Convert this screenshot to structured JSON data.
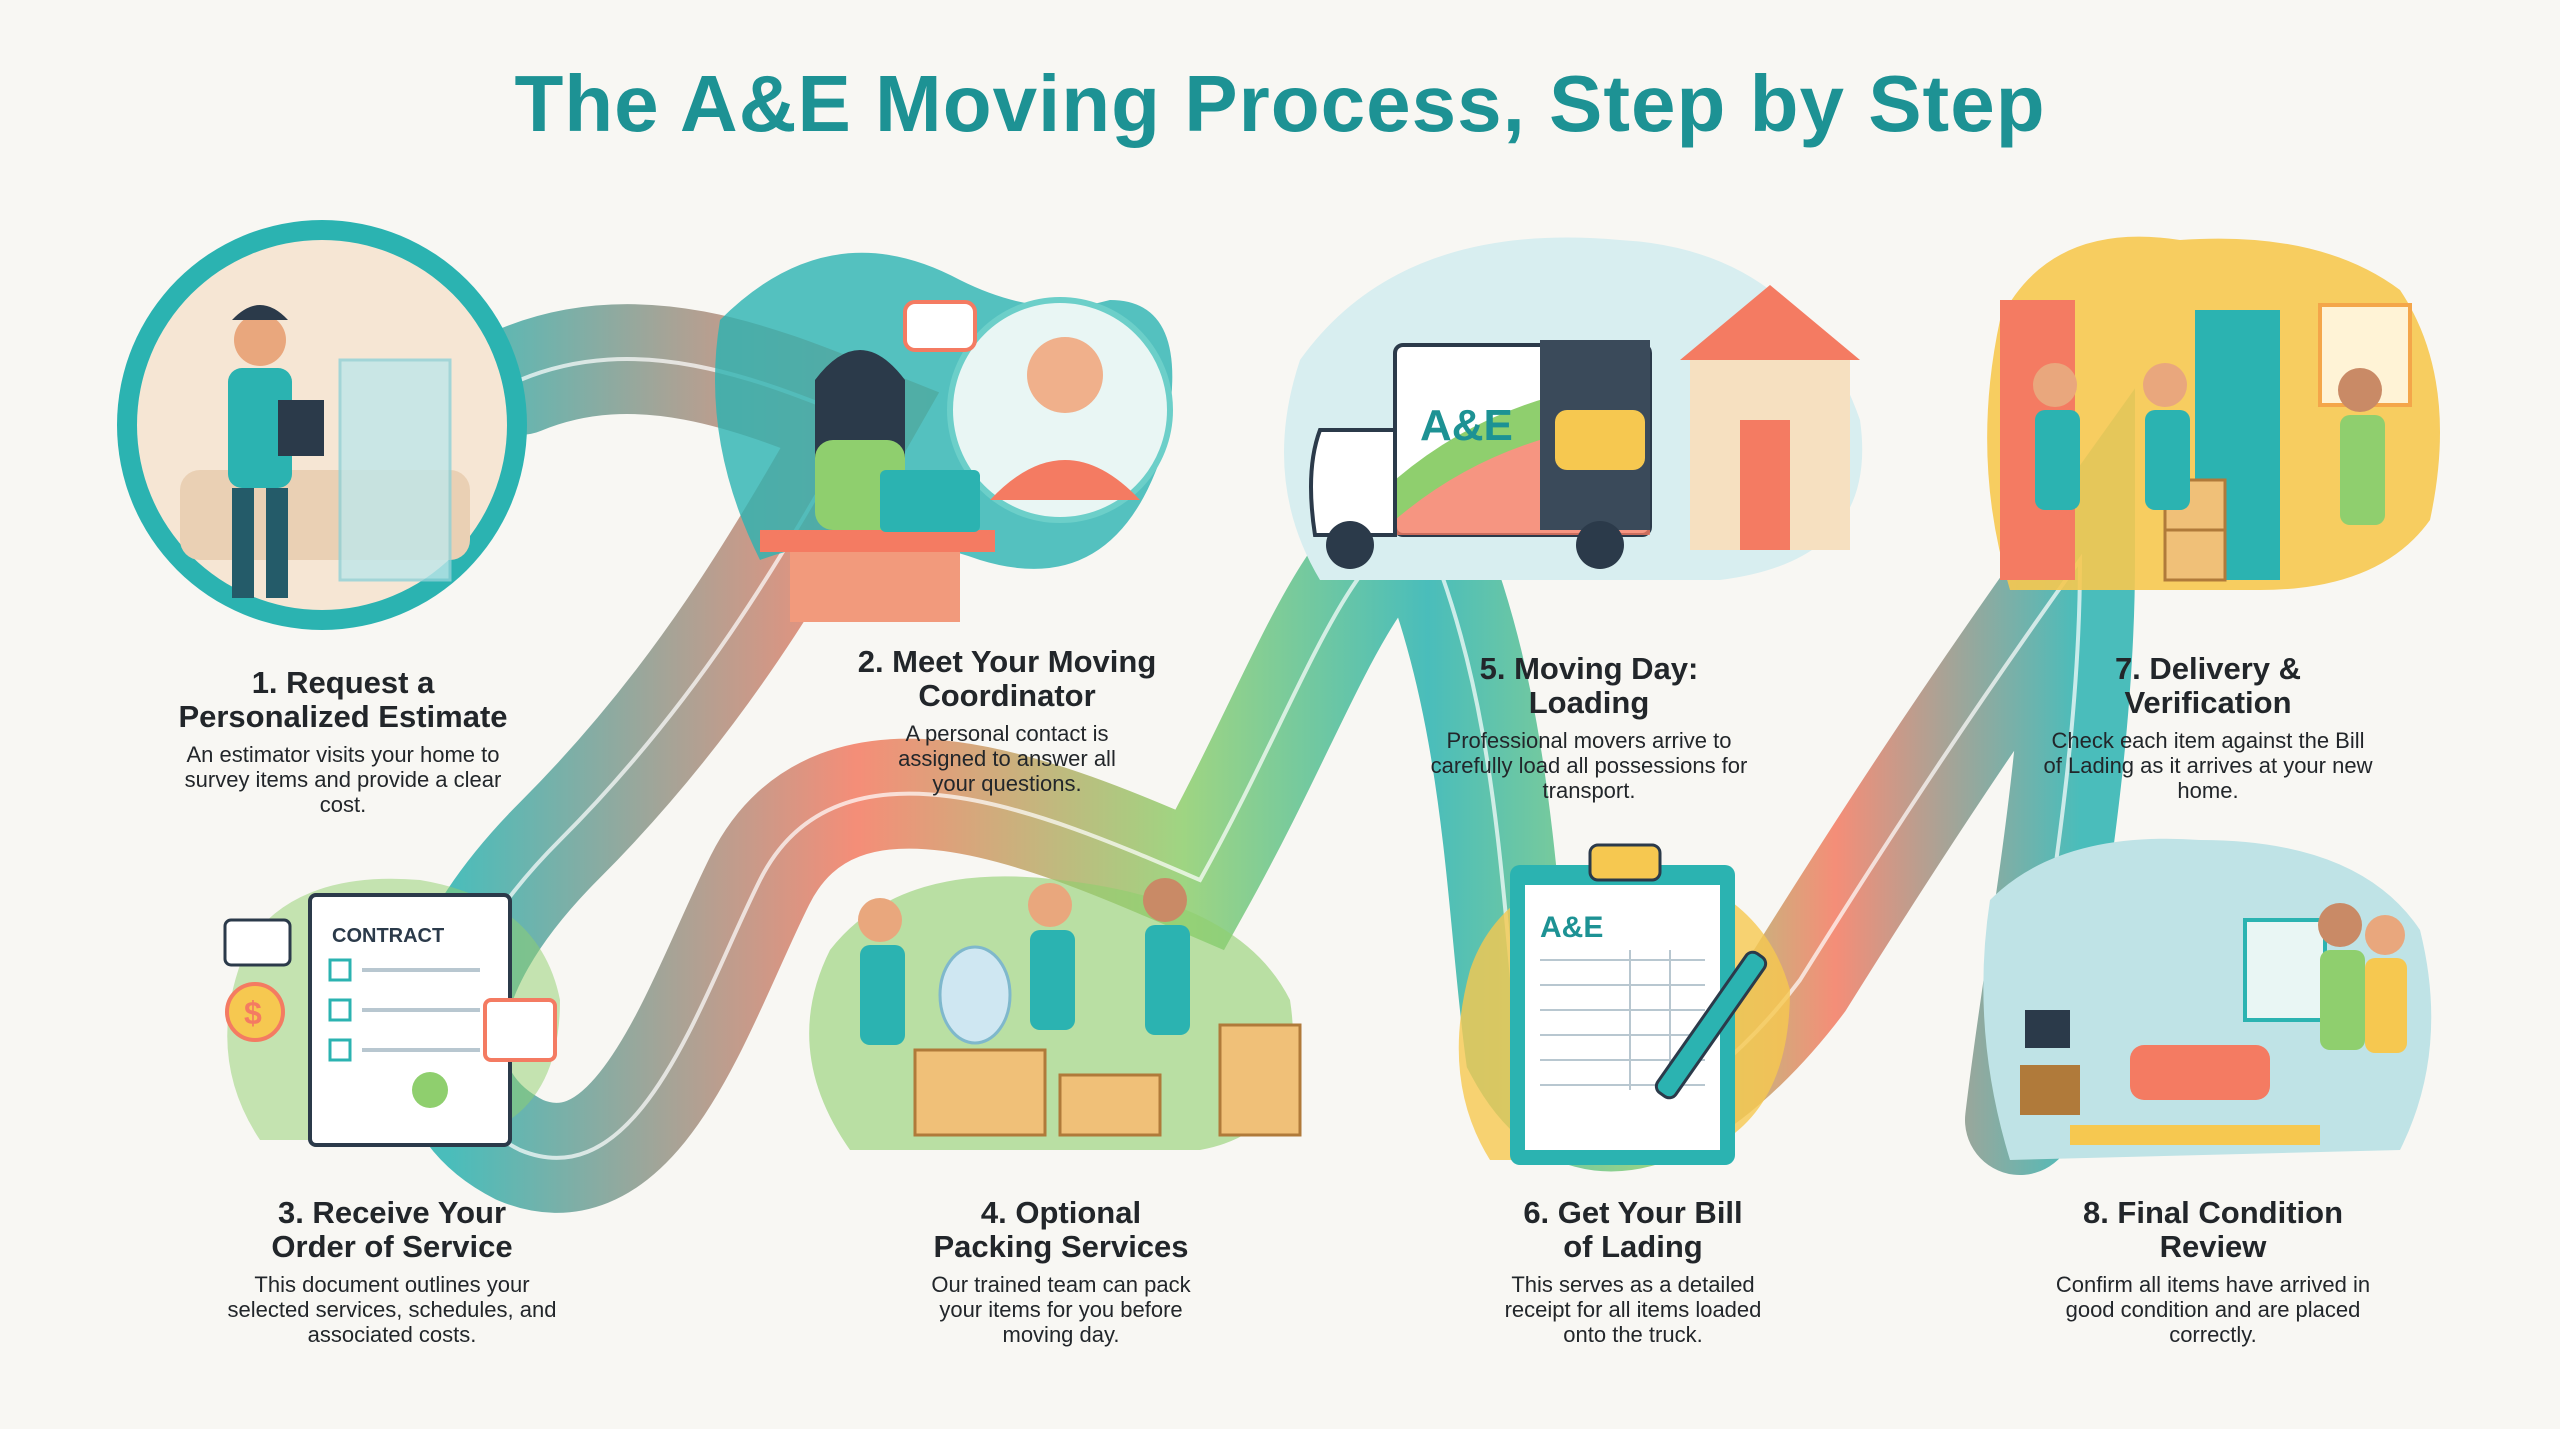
{
  "title": "The A&E Moving Process, Step by Step",
  "colors": {
    "teal": "#2bb3b1",
    "green": "#8fcf6e",
    "coral": "#f47b62",
    "yellow": "#f6c850",
    "title": "#1d9294"
  },
  "labels": {
    "truck_logo": "A&E",
    "contract": "CONTRACT",
    "clipboard_logo": "A&E",
    "dollar": "$"
  },
  "steps": [
    {
      "heading": "1. Request a Personalized Estimate",
      "text": "An estimator visits your home to survey items and provide a clear cost."
    },
    {
      "heading": "2. Meet Your Moving Coordinator",
      "text": "A personal contact is assigned to answer all your questions."
    },
    {
      "heading": "3. Receive Your Order of Service",
      "text": "This document outlines your selected services, schedules, and associated costs."
    },
    {
      "heading": "4. Optional Packing Services",
      "text": "Our trained team can pack your items for you before moving day."
    },
    {
      "heading": "5. Moving Day: Loading",
      "text": "Professional movers arrive to carefully load all possessions for transport."
    },
    {
      "heading": "6. Get Your Bill of Lading",
      "text": "This serves as a detailed receipt for all items loaded onto the truck."
    },
    {
      "heading": "7. Delivery & Verification",
      "text": "Check each item against the Bill of Lading as it arrives at your new home."
    },
    {
      "heading": "8. Final Condition Review",
      "text": "Confirm all items have arrived in good condition and are placed correctly."
    }
  ]
}
